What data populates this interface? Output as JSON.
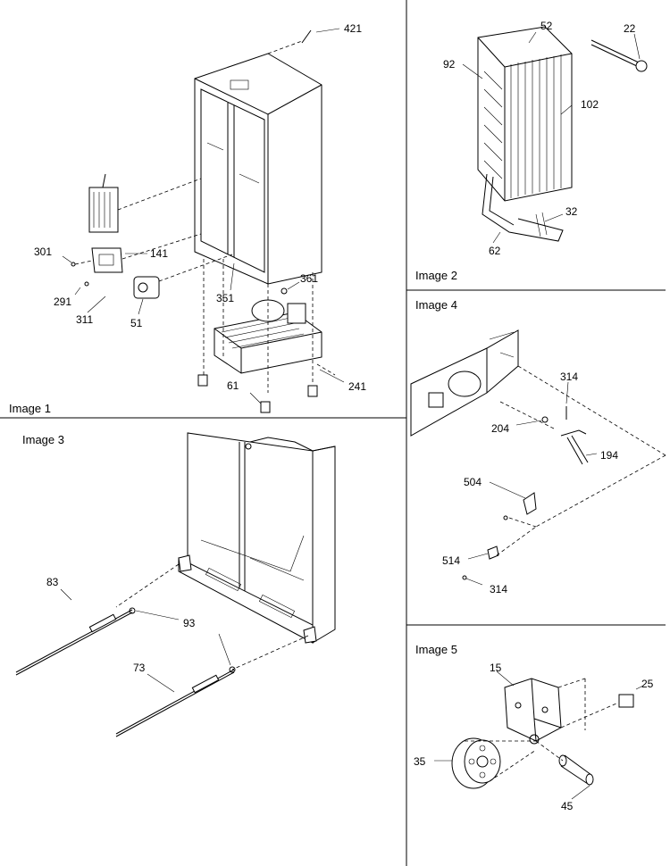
{
  "panels": {
    "image1": "Image 1",
    "image2": "Image 2",
    "image3": "Image 3",
    "image4": "Image 4",
    "image5": "Image 5"
  },
  "callouts": {
    "p421": "421",
    "p301": "301",
    "p141": "141",
    "p291": "291",
    "p311": "311",
    "p51": "51",
    "p351": "351",
    "p361": "361",
    "p61": "61",
    "p241": "241",
    "p52": "52",
    "p22": "22",
    "p92": "92",
    "p102": "102",
    "p32": "32",
    "p62": "62",
    "p314a": "314",
    "p204": "204",
    "p194": "194",
    "p504": "504",
    "p514": "514",
    "p314b": "314",
    "p83": "83",
    "p93": "93",
    "p73": "73",
    "p15": "15",
    "p25": "25",
    "p35": "35",
    "p45": "45"
  }
}
